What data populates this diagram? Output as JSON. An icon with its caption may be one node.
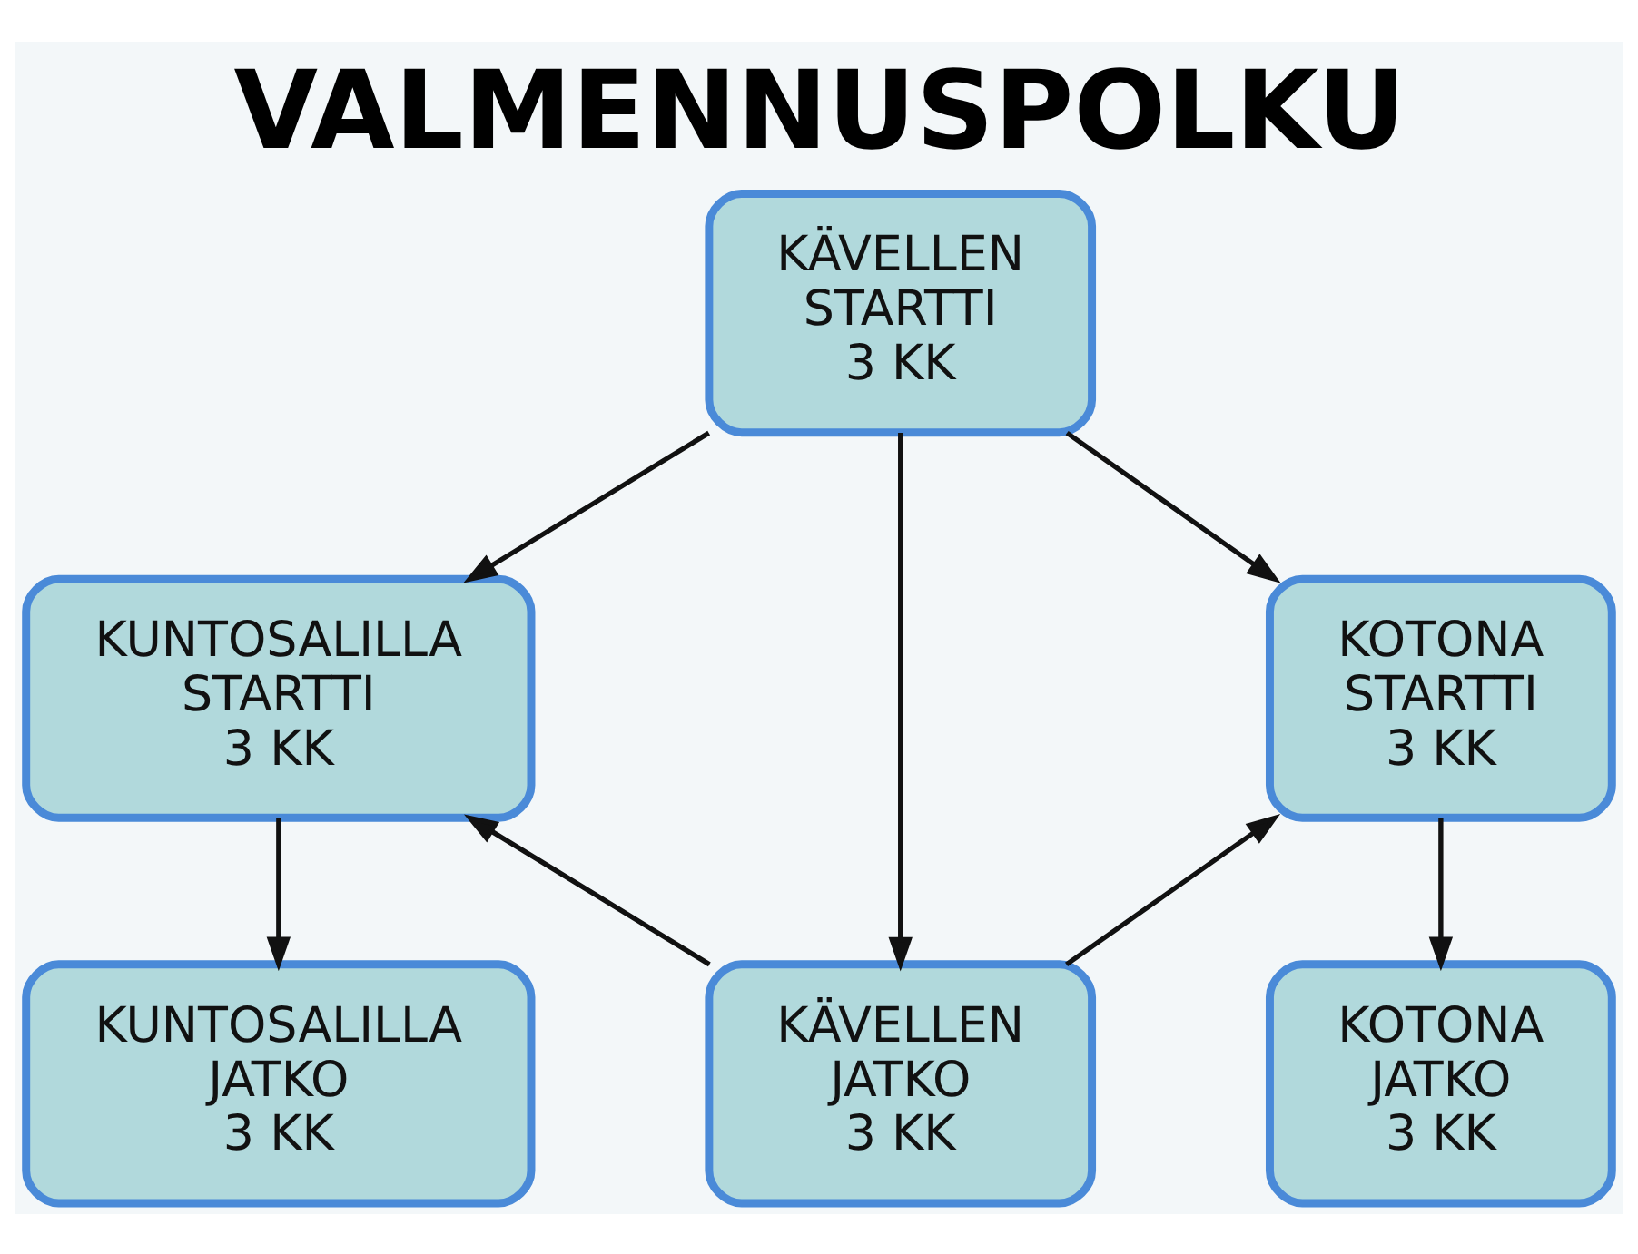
{
  "diagram": {
    "title": "VALMENNUSPOLKU",
    "nodes": [
      {
        "text": [
          "KUNTOSALILLA STARTTI 3 KK"
        ]
      },
      {
        "text": [
          "KÄVELLEN STARTTI 3 KK"
        ]
      },
      {
        "text": [
          "KOTONA STARTTI 3 KK"
        ]
      },
      {
        "text": [
          "KUNTOSALILLA JATKO 3 KK"
        ]
      },
      {
        "text": [
          "KÄVELLEN JATKO 3 KK"
        ]
      },
      {
        "text": [
          "KOTONA JATKO 3 KK"
        ]
      }
    ],
    "edges": [
      {
        "from": 1,
        "to": 0,
        "arrow": "to"
      },
      {
        "from": 1,
        "to": 2,
        "arrow": "to"
      },
      {
        "from": 0,
        "to": 3,
        "arrow": "to"
      },
      {
        "from": 1,
        "to": 4,
        "arrow": "to"
      },
      {
        "from": 2,
        "to": 5,
        "arrow": "to"
      },
      {
        "from": 4,
        "to": 0,
        "arrow": "to"
      },
      {
        "from": 4,
        "to": 2,
        "arrow": "to"
      }
    ]
  }
}
